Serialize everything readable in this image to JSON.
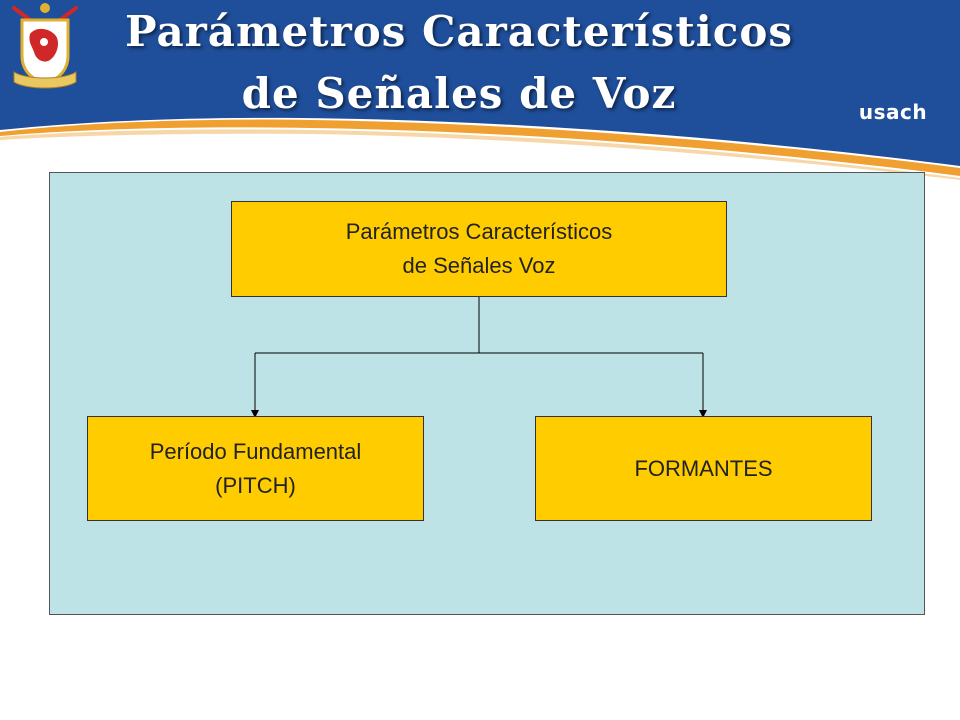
{
  "header": {
    "title_line1": "Parámetros Característicos",
    "title_line2": "de Señales de Voz",
    "logo_text": "usach",
    "colors": {
      "band": "#1f4e9a",
      "swoosh": "#f0a030",
      "title": "#ffffff"
    }
  },
  "diagram": {
    "root": {
      "line1": "Parámetros Característicos",
      "line2": "de Señales Voz"
    },
    "children": [
      {
        "line1": "Período Fundamental",
        "line2": "(PITCH)"
      },
      {
        "line1": "FORMANTES"
      }
    ],
    "colors": {
      "panel": "#bde3e6",
      "node": "#ffcc00",
      "edge": "#000000"
    }
  }
}
